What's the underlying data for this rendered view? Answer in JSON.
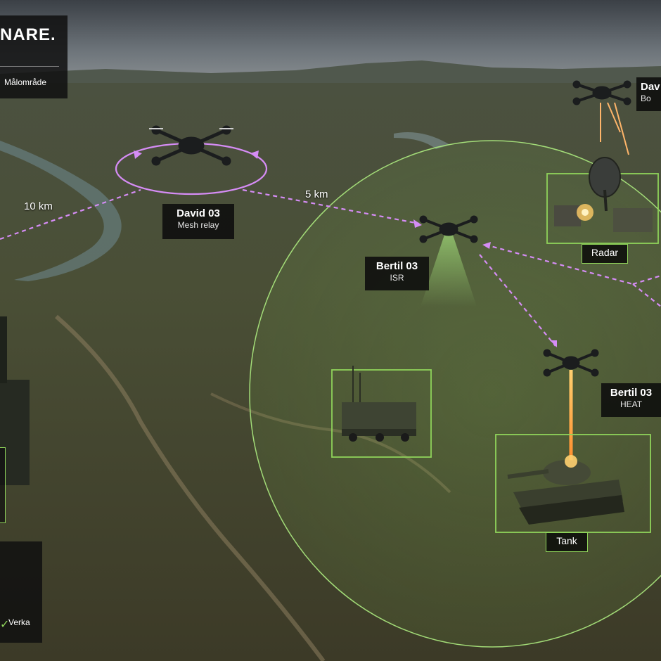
{
  "header_panel": {
    "title": "NARE.",
    "subtitle": "Målområde"
  },
  "bottom_panel": {
    "action_label": "Verka"
  },
  "distances": {
    "near": "5 km",
    "far": "10 km"
  },
  "drones": [
    {
      "name": "David 03",
      "role": "Mesh relay"
    },
    {
      "name": "Bertil 03",
      "role": "ISR"
    },
    {
      "name": "Bertil 03",
      "role": "HEAT"
    },
    {
      "name": "Dav",
      "role": "Bo"
    }
  ],
  "targets": {
    "radar": "Radar",
    "tank": "Tank"
  },
  "colors": {
    "link": "#d58cf5",
    "zone": "#8fd35a",
    "target_box": "#8fd35a"
  }
}
